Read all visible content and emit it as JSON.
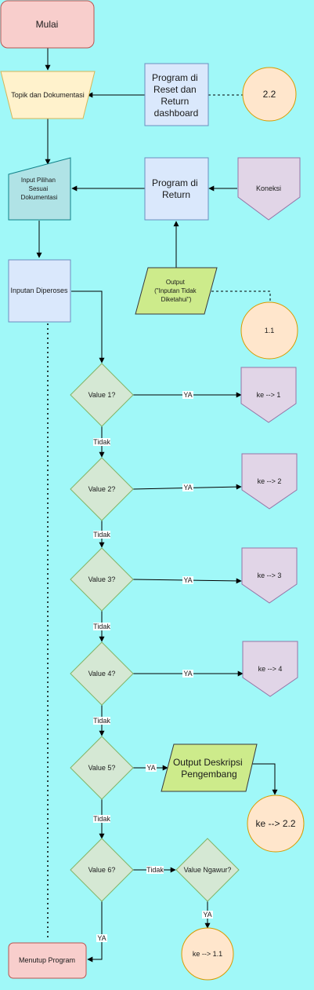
{
  "colors": {
    "background": "#a0f8f8",
    "terminator_fill": "#f8cecc",
    "terminator_stroke": "#b85450",
    "manual_op_fill": "#fff2cc",
    "manual_op_stroke": "#d6b656",
    "process_fill": "#dae8fc",
    "process_stroke": "#6c8ebf",
    "manual_input_fill": "#b0e3e6",
    "manual_input_stroke": "#0e8088",
    "decision_fill": "#d5e8d4",
    "decision_stroke": "#82b366",
    "data_fill": "#cdeb8b",
    "data_stroke": "#36393d",
    "offpage_fill": "#e1d5e7",
    "offpage_stroke": "#9673a6",
    "connector_fill": "#ffe6cc",
    "connector_stroke": "#d79b00"
  },
  "nodes": {
    "mulai": "Mulai",
    "topik": "Topik dan Dokumentasi",
    "reset": [
      "Program di",
      "Reset dan",
      "Return",
      "dashboard"
    ],
    "c22_top": "2.2",
    "input_pilihan": [
      "Input Pilihan",
      "Sesuai",
      "Dokumentasi"
    ],
    "program_return": [
      "Program di",
      "Return"
    ],
    "koneksi": "Koneksi",
    "inputan": "Inputan Diperoses",
    "output_unknown": [
      "Output",
      "(\"Inputan Tidak",
      "Diketahui\")"
    ],
    "c11_top": "1.1",
    "value1": "Value 1?",
    "value2": "Value 2?",
    "value3": "Value 3?",
    "value4": "Value 4?",
    "value5": "Value 5?",
    "value6": "Value 6?",
    "ke1": "ke --> 1",
    "ke2": "ke --> 2",
    "ke3": "ke --> 3",
    "ke4": "ke --> 4",
    "output_desc": [
      "Output Deskripsi",
      "Pengembang"
    ],
    "ke22": "ke --> 2.2",
    "ngawur": "Value Ngawur?",
    "ke11": "ke --> 1.1",
    "menutup": "Menutup Program"
  },
  "edge_labels": {
    "ya": "YA",
    "tidak": "Tidak"
  }
}
